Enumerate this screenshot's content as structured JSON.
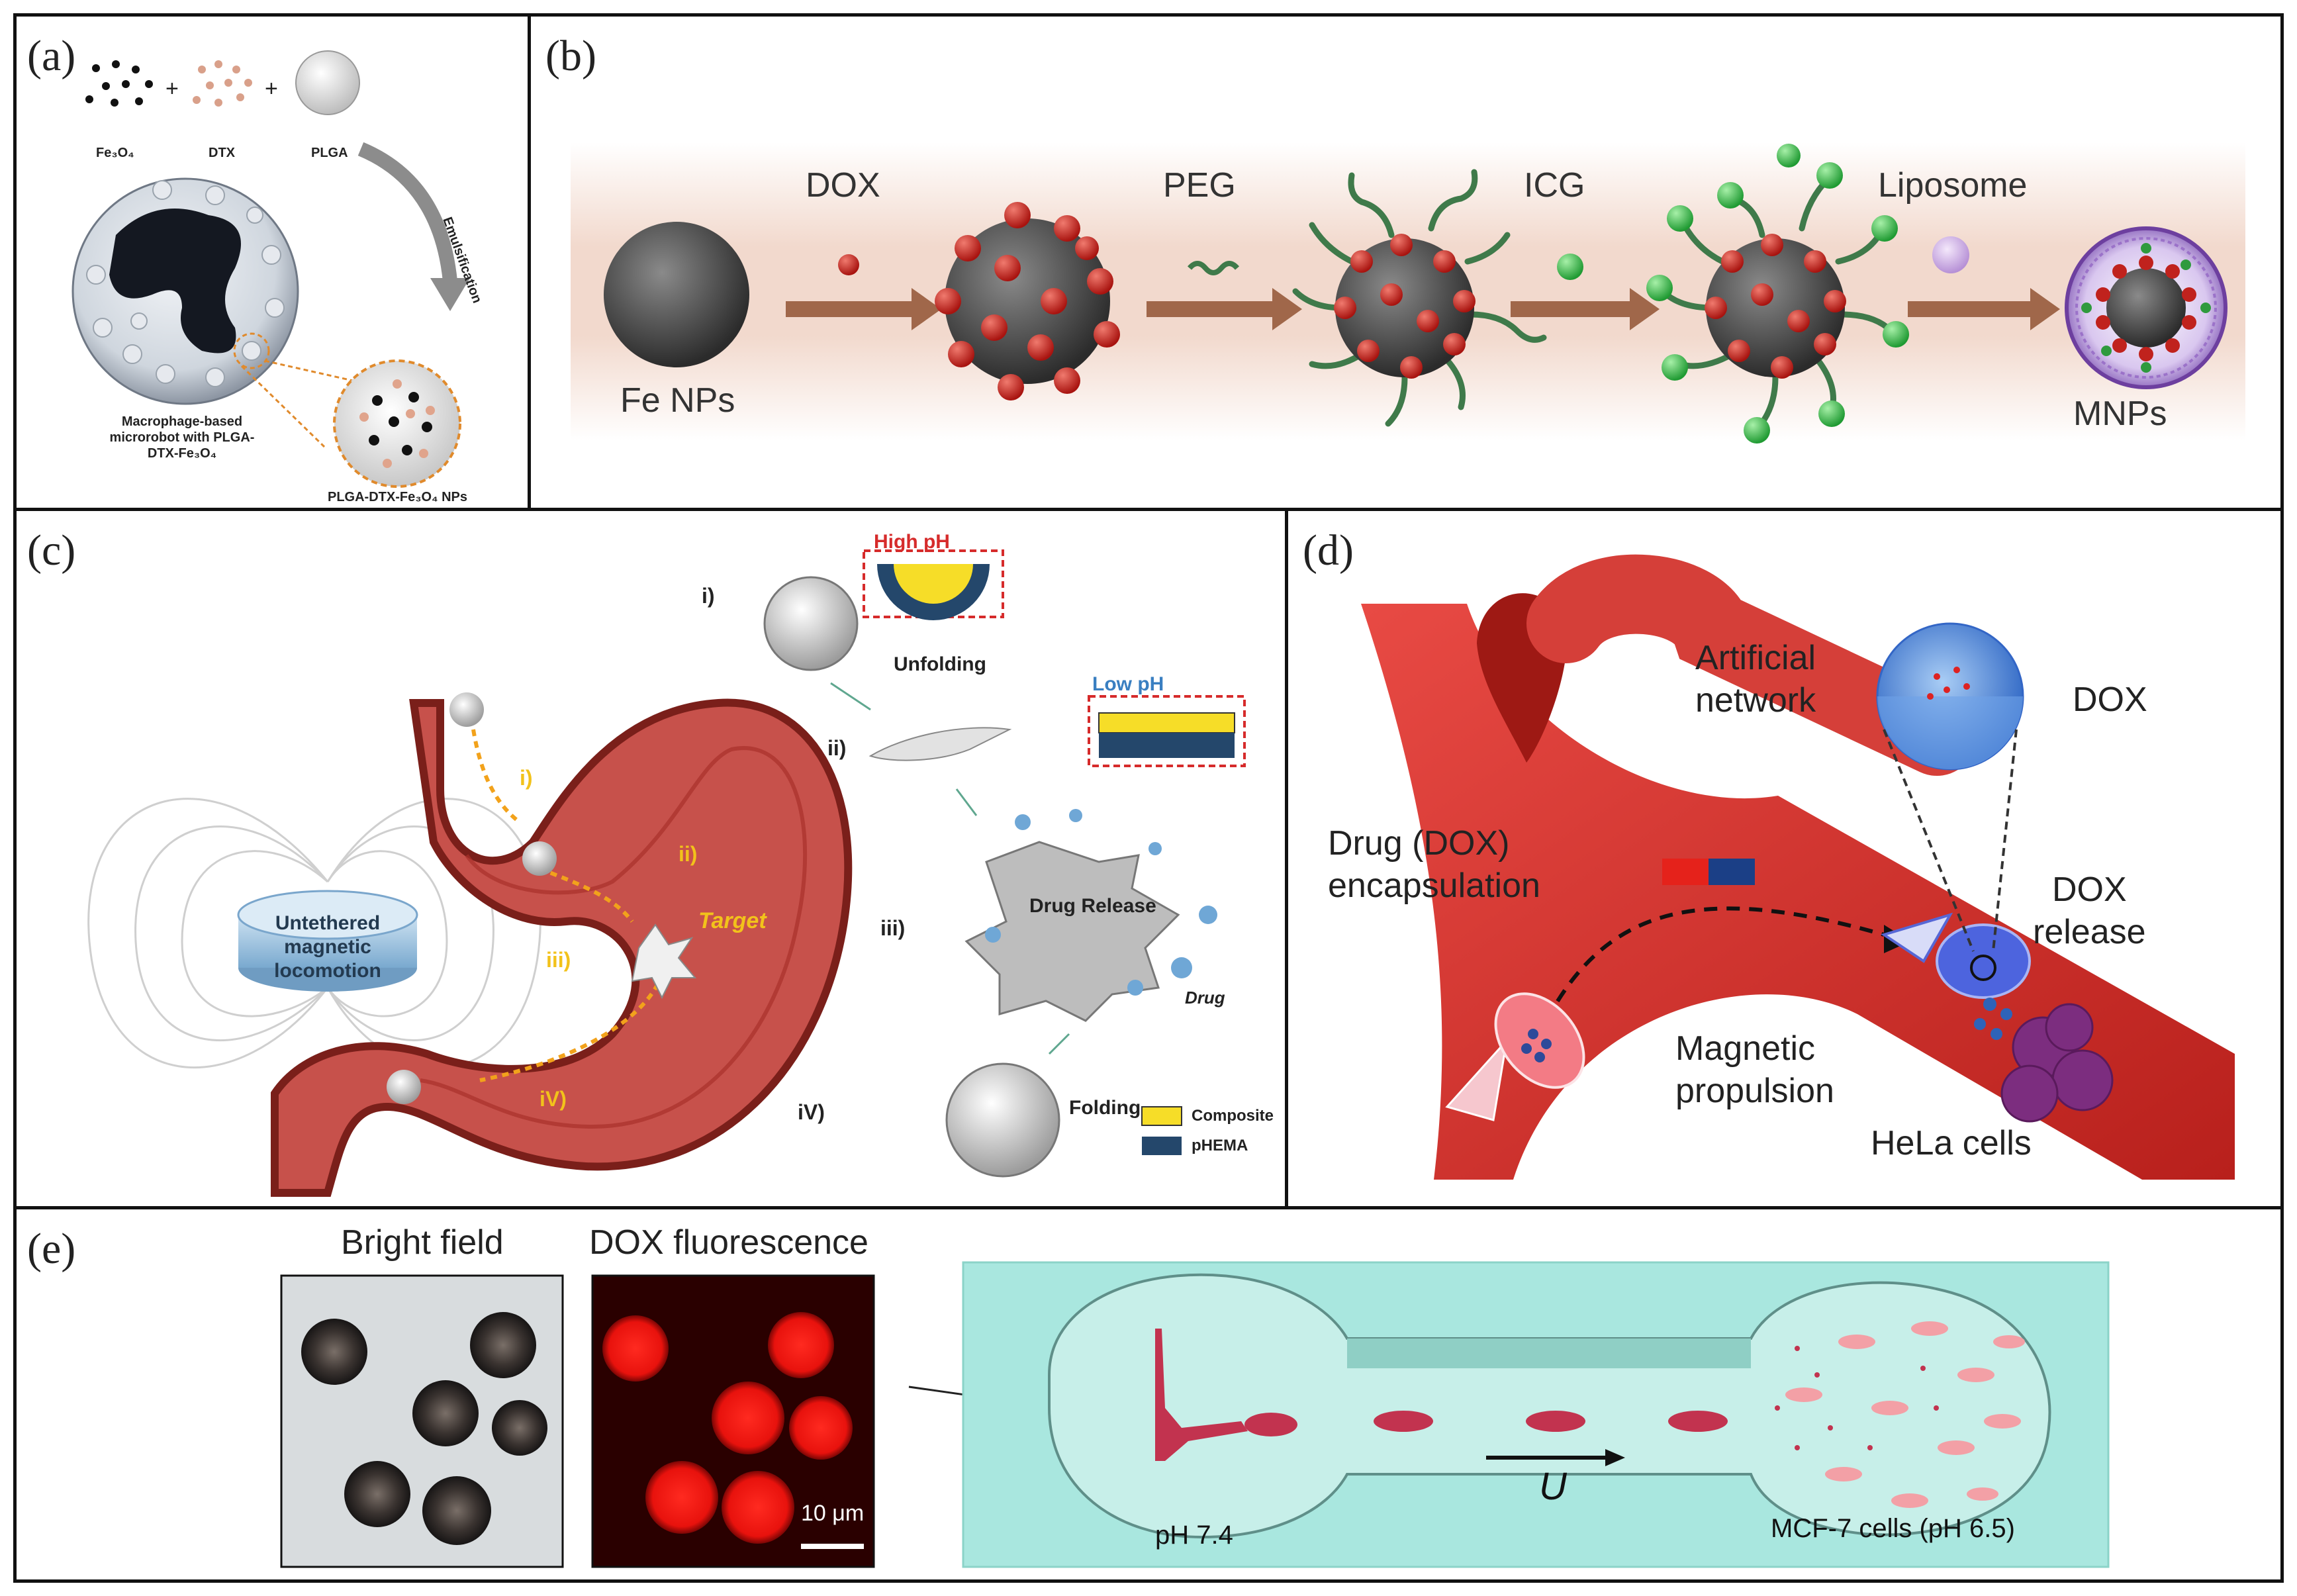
{
  "panels": {
    "a": {
      "label": "(a)",
      "reagents": [
        "Fe₃O₄",
        "DTX",
        "PLGA"
      ],
      "plus": "+",
      "process": "Emulsification",
      "robot_caption": [
        "Macrophage-based",
        "microrobot with PLGA-",
        "DTX-Fe₃O₄"
      ],
      "np_caption": "PLGA-DTX-Fe₃O₄ NPs"
    },
    "b": {
      "label": "(b)",
      "steps": [
        "DOX",
        "PEG",
        "ICG",
        "Liposome"
      ],
      "start": "Fe NPs",
      "end": "MNPs"
    },
    "c": {
      "label": "(c)",
      "locomotion": [
        "Untethered",
        "magnetic",
        "locomotion"
      ],
      "stomach_steps": [
        "i)",
        "ii)",
        "iii)",
        "iV)"
      ],
      "target": "Target",
      "side_steps": [
        "i)",
        "ii)",
        "iii)",
        "iV)"
      ],
      "high_ph": "High pH",
      "unfolding": "Unfolding",
      "low_ph": "Low pH",
      "drug_release": "Drug Release",
      "drug": "Drug",
      "folding": "Folding",
      "legend": [
        "Composite",
        "pHEMA"
      ]
    },
    "d": {
      "label": "(d)",
      "network": [
        "Artificial",
        "network"
      ],
      "dox": "DOX",
      "encapsulation": [
        "Drug (DOX)",
        "encapsulation"
      ],
      "release": [
        "DOX",
        "release"
      ],
      "propulsion": [
        "Magnetic",
        "propulsion"
      ],
      "cells": "HeLa cells"
    },
    "e": {
      "label": "(e)",
      "bright_field": "Bright field",
      "fluorescence": "DOX fluorescence",
      "scale": "10 μm",
      "flow": "U",
      "left_chamber": "pH 7.4",
      "right_chamber": "MCF-7 cells (pH 6.5)"
    }
  },
  "colors": {
    "border": "#111111",
    "arrow_brown": "#a0674a",
    "dox_red": "#c0221d",
    "peg_green": "#3f7a4a",
    "icg_green": "#3bb54a",
    "vessel_red": "#d2322d",
    "channel_teal": "#a9e7df",
    "target_yellow": "#f2c21b",
    "phema_blue": "#24476b"
  }
}
